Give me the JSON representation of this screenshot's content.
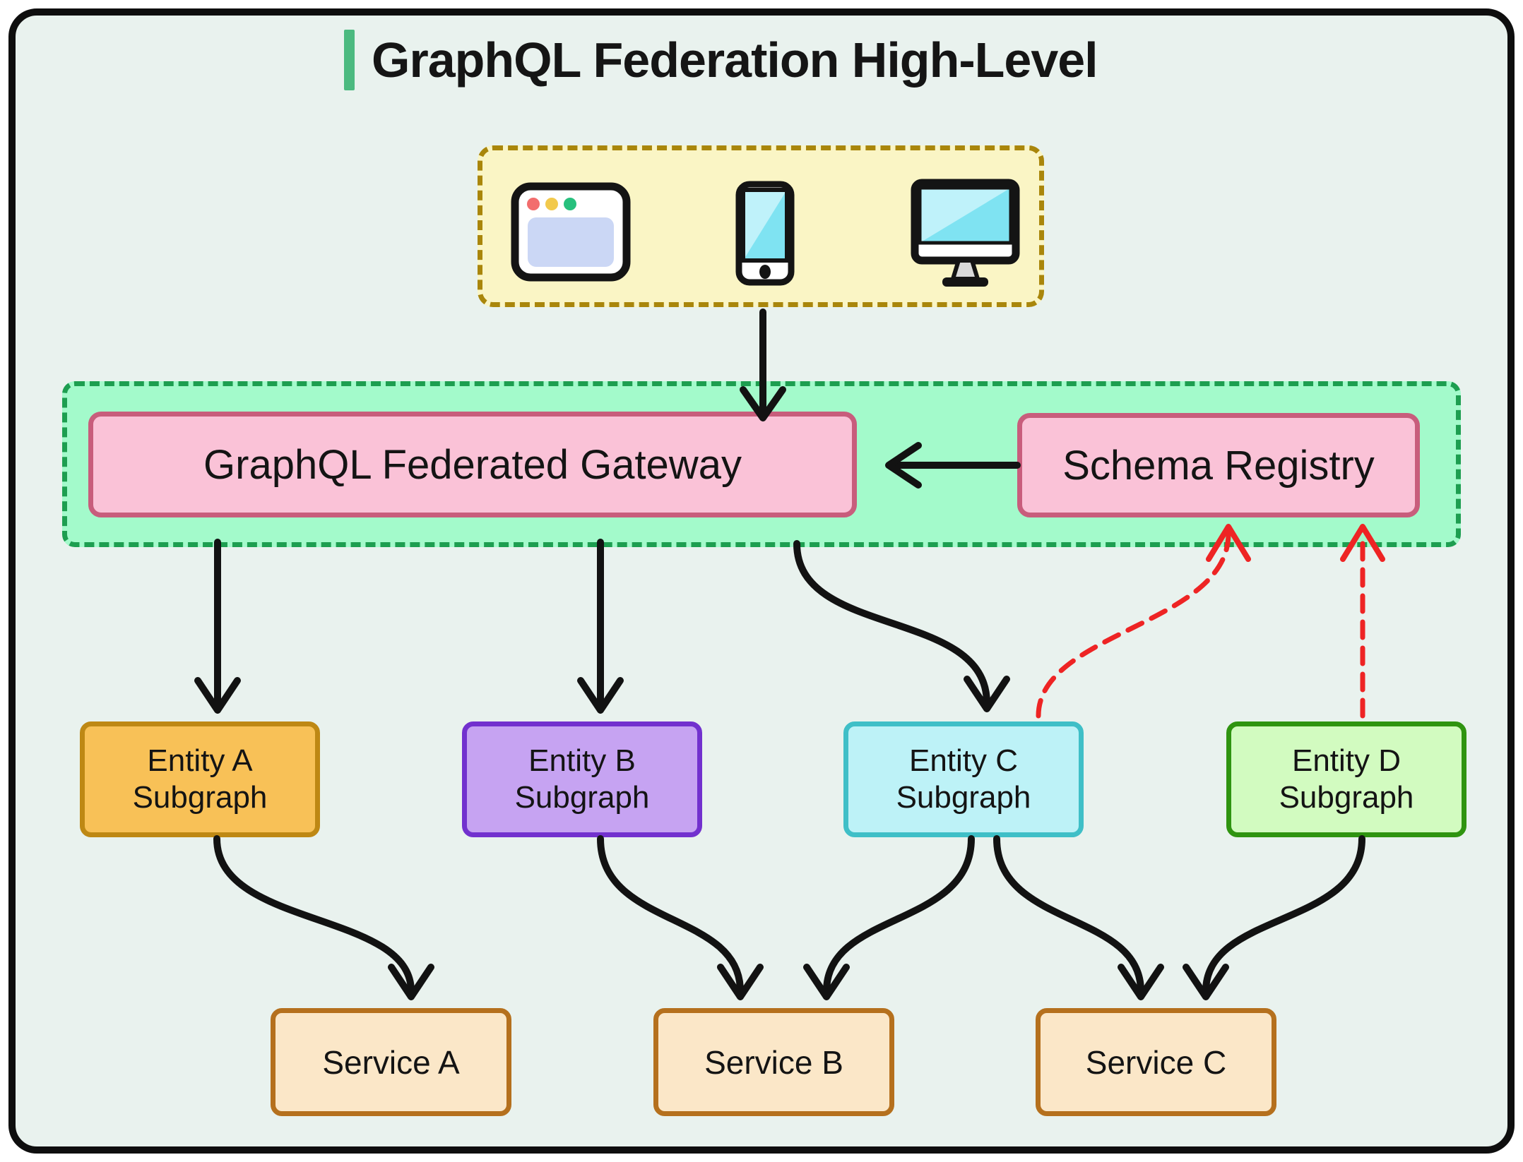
{
  "title": "GraphQL Federation High-Level",
  "clients": {
    "description": "client devices zone",
    "icons": [
      "browser-window",
      "smartphone",
      "desktop-monitor"
    ]
  },
  "gateway": {
    "label": "GraphQL Federated Gateway"
  },
  "schema_registry": {
    "label": "Schema Registry"
  },
  "subgraphs": [
    {
      "id": "entity-a-subgraph",
      "label": "Entity A\nSubgraph",
      "fill": "#f8c157",
      "border": "#be8814"
    },
    {
      "id": "entity-b-subgraph",
      "label": "Entity B\nSubgraph",
      "fill": "#c6a3f2",
      "border": "#7231ce"
    },
    {
      "id": "entity-c-subgraph",
      "label": "Entity C\nSubgraph",
      "fill": "#bdf2f7",
      "border": "#3fbfc7"
    },
    {
      "id": "entity-d-subgraph",
      "label": "Entity D\nSubgraph",
      "fill": "#d2fbc0",
      "border": "#2f9410"
    }
  ],
  "services": [
    {
      "id": "service-a",
      "label": "Service A"
    },
    {
      "id": "service-b",
      "label": "Service B"
    },
    {
      "id": "service-c",
      "label": "Service C"
    }
  ],
  "edges": [
    {
      "from": "clients",
      "to": "gateway",
      "style": "solid-black"
    },
    {
      "from": "schema-registry",
      "to": "gateway",
      "style": "solid-black"
    },
    {
      "from": "gateway",
      "to": "entity-a-subgraph",
      "style": "solid-black"
    },
    {
      "from": "gateway",
      "to": "entity-b-subgraph",
      "style": "solid-black"
    },
    {
      "from": "gateway",
      "to": "entity-c-subgraph",
      "style": "solid-black"
    },
    {
      "from": "entity-a-subgraph",
      "to": "service-a",
      "style": "solid-black"
    },
    {
      "from": "entity-b-subgraph",
      "to": "service-b",
      "style": "solid-black"
    },
    {
      "from": "entity-c-subgraph",
      "to": "service-b",
      "style": "solid-black"
    },
    {
      "from": "entity-c-subgraph",
      "to": "service-c",
      "style": "solid-black"
    },
    {
      "from": "entity-d-subgraph",
      "to": "service-c",
      "style": "solid-black"
    },
    {
      "from": "entity-c-subgraph",
      "to": "schema-registry",
      "style": "dashed-red"
    },
    {
      "from": "entity-d-subgraph",
      "to": "schema-registry",
      "style": "dashed-red"
    }
  ],
  "colors": {
    "background": "#e9f2ee",
    "frame_border": "#0e0e0e",
    "title_accent": "#4cba80",
    "clients_fill": "#faf5c5",
    "clients_border": "#a9860b",
    "gateway_zone_fill": "#a3facb",
    "gateway_zone_border": "#1d9e50",
    "pink_fill": "#fac2d7",
    "pink_border": "#c85d7c",
    "service_fill": "#fbe7c8",
    "service_border": "#b5701d",
    "arrow_black": "#121212",
    "arrow_red": "#ee2424",
    "browser_dots": [
      "#f26d6d",
      "#f2c94c",
      "#27c07d"
    ],
    "screen_cyan": "#7fe3f2",
    "screen_cyan_light": "#bff2fa",
    "browser_content": "#cbd7f5"
  }
}
